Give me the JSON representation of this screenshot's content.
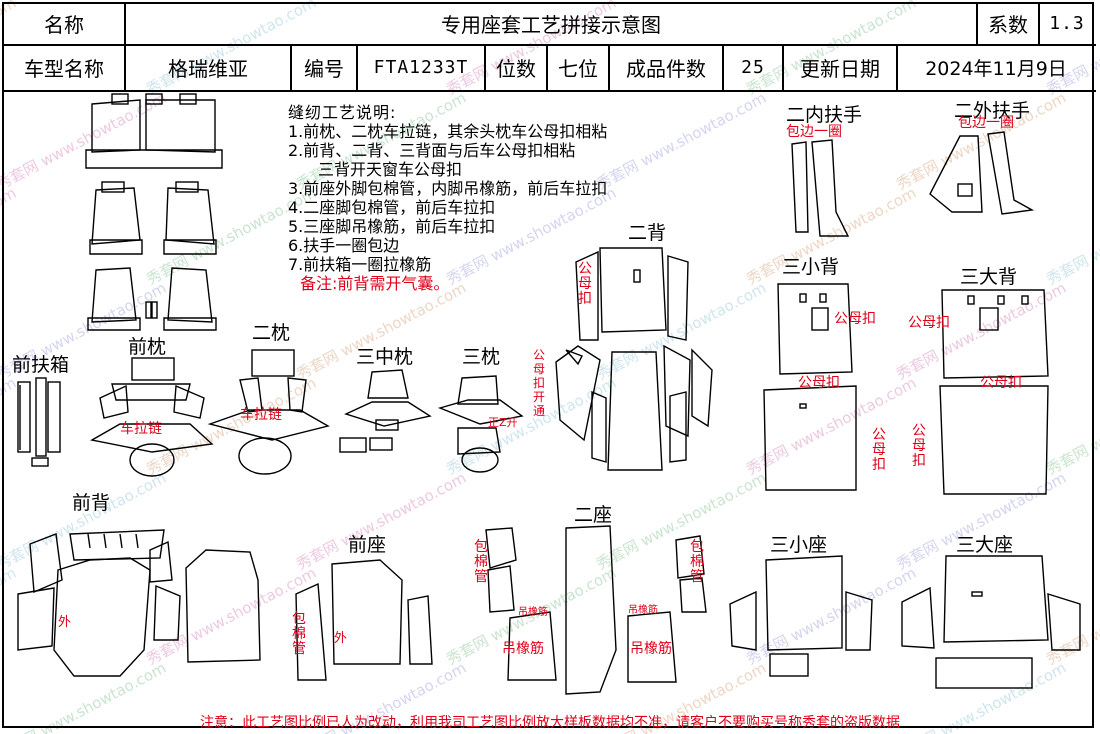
{
  "header": {
    "name_label": "名称",
    "title": "专用座套工艺拼接示意图",
    "coef_label": "系数",
    "coef_value": "1.3"
  },
  "info": {
    "model_label": "车型名称",
    "model_value": "格瑞维亚",
    "code_label": "编号",
    "code_value": "FTA1233T",
    "seats_label": "位数",
    "seats_value": "七位",
    "pieces_label": "成品件数",
    "pieces_value": "25",
    "date_label": "更新日期",
    "date_value": "2024年11月9日"
  },
  "notes": {
    "title": "缝纫工艺说明:",
    "items": [
      "1.前枕、二枕车拉链，其余头枕车公母扣相粘",
      "2.前背、二背、三背面与后车公母扣相粘",
      "   三背开天窗车公母扣",
      "3.前座外脚包棉管，内脚吊橡筋，前后车拉扣",
      "4.二座脚包棉管，前后车拉扣",
      "5.三座脚吊橡筋，前后车拉扣",
      "6.扶手一圈包边",
      "7.前扶箱一圈拉橡筋"
    ],
    "remark": "备注:前背需开气囊。"
  },
  "parts": {
    "front_box": "前扶箱",
    "front_pillow": "前枕",
    "second_pillow": "二枕",
    "third_mid_pillow": "三中枕",
    "third_pillow": "三枕",
    "second_back": "二背",
    "second_inner_armrest": "二内扶手",
    "second_outer_armrest": "二外扶手",
    "third_small_back": "三小背",
    "third_big_back": "三大背",
    "front_back": "前背",
    "front_seat": "前座",
    "second_seat": "二座",
    "third_small_seat": "三小座",
    "third_big_seat": "三大座"
  },
  "annotations": {
    "edge_binding": "包边一圈",
    "snap": "公母扣",
    "zipper": "车拉链",
    "zip_open": "正Z开",
    "snap_through": "公母扣开通",
    "outer": "外",
    "foam_tube": "包棉管",
    "elastic": "吊橡筋"
  },
  "watermark": {
    "site": "www.showtao.com",
    "brand": "秀套网"
  },
  "footer": {
    "warning": "注意：此工艺图比例已人为改动，利用我司工艺图比例放大样板数据均不准，请客户不要购买号称秀套的盗版数据"
  }
}
